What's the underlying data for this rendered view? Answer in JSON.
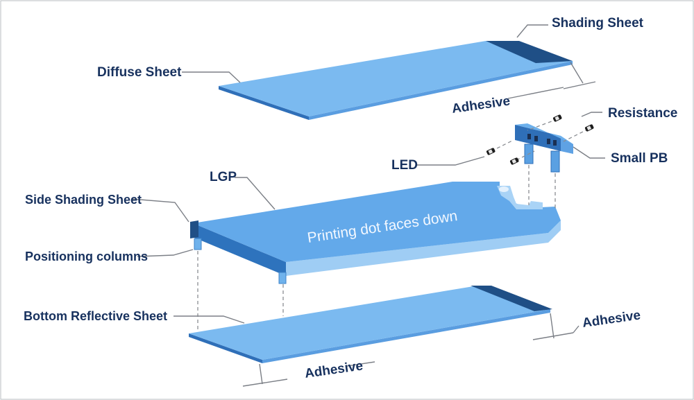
{
  "labels": {
    "shading_sheet": "Shading Sheet",
    "diffuse_sheet": "Diffuse Sheet",
    "adhesive_top": "Adhesive",
    "resistance": "Resistance",
    "small_pb": "Small PB",
    "led": "LED",
    "lgp": "LGP",
    "side_shading_sheet": "Side Shading Sheet",
    "positioning_columns": "Positioning columns",
    "bottom_reflective_sheet": "Bottom Reflective Sheet",
    "adhesive_right": "Adhesive",
    "adhesive_bottom": "Adhesive"
  },
  "lgp_text": "Printing dot faces down",
  "colors": {
    "sheet_top": "#78b8ee",
    "sheet_edge": "#3f86cf",
    "dark_strip": "#1f4f86",
    "label": "#17315e",
    "leader": "#7b7f86"
  }
}
